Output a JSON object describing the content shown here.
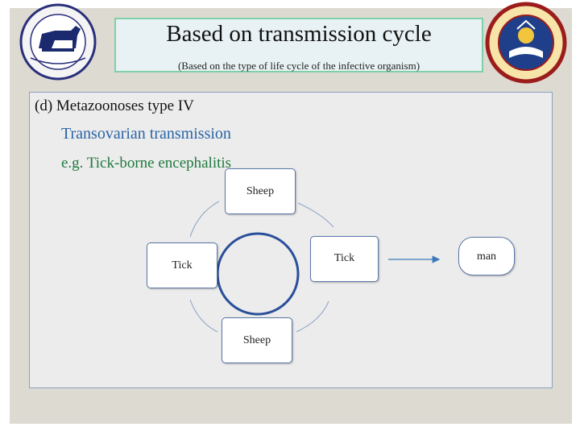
{
  "header": {
    "title": "Based on transmission cycle",
    "subtitle": "(Based on the type of life cycle of the infective organism)"
  },
  "content": {
    "heading": "(d) Metazoonoses type IV",
    "line2": "Transovarian transmission",
    "line3": "e.g. Tick-borne encephalitis"
  },
  "diagram": {
    "nodes": {
      "sheep_top": "Sheep",
      "tick_left": "Tick",
      "tick_right": "Tick",
      "sheep_bottom": "Sheep",
      "man": "man"
    }
  },
  "colors": {
    "title_border": "#7fd0a8",
    "title_bg": "#e8f2f4",
    "node_border": "#5a76a8",
    "line2": "#2a64a6",
    "line3": "#1e7a3c",
    "connector": "#8aa0c4",
    "arrow": "#3a7ab8"
  }
}
